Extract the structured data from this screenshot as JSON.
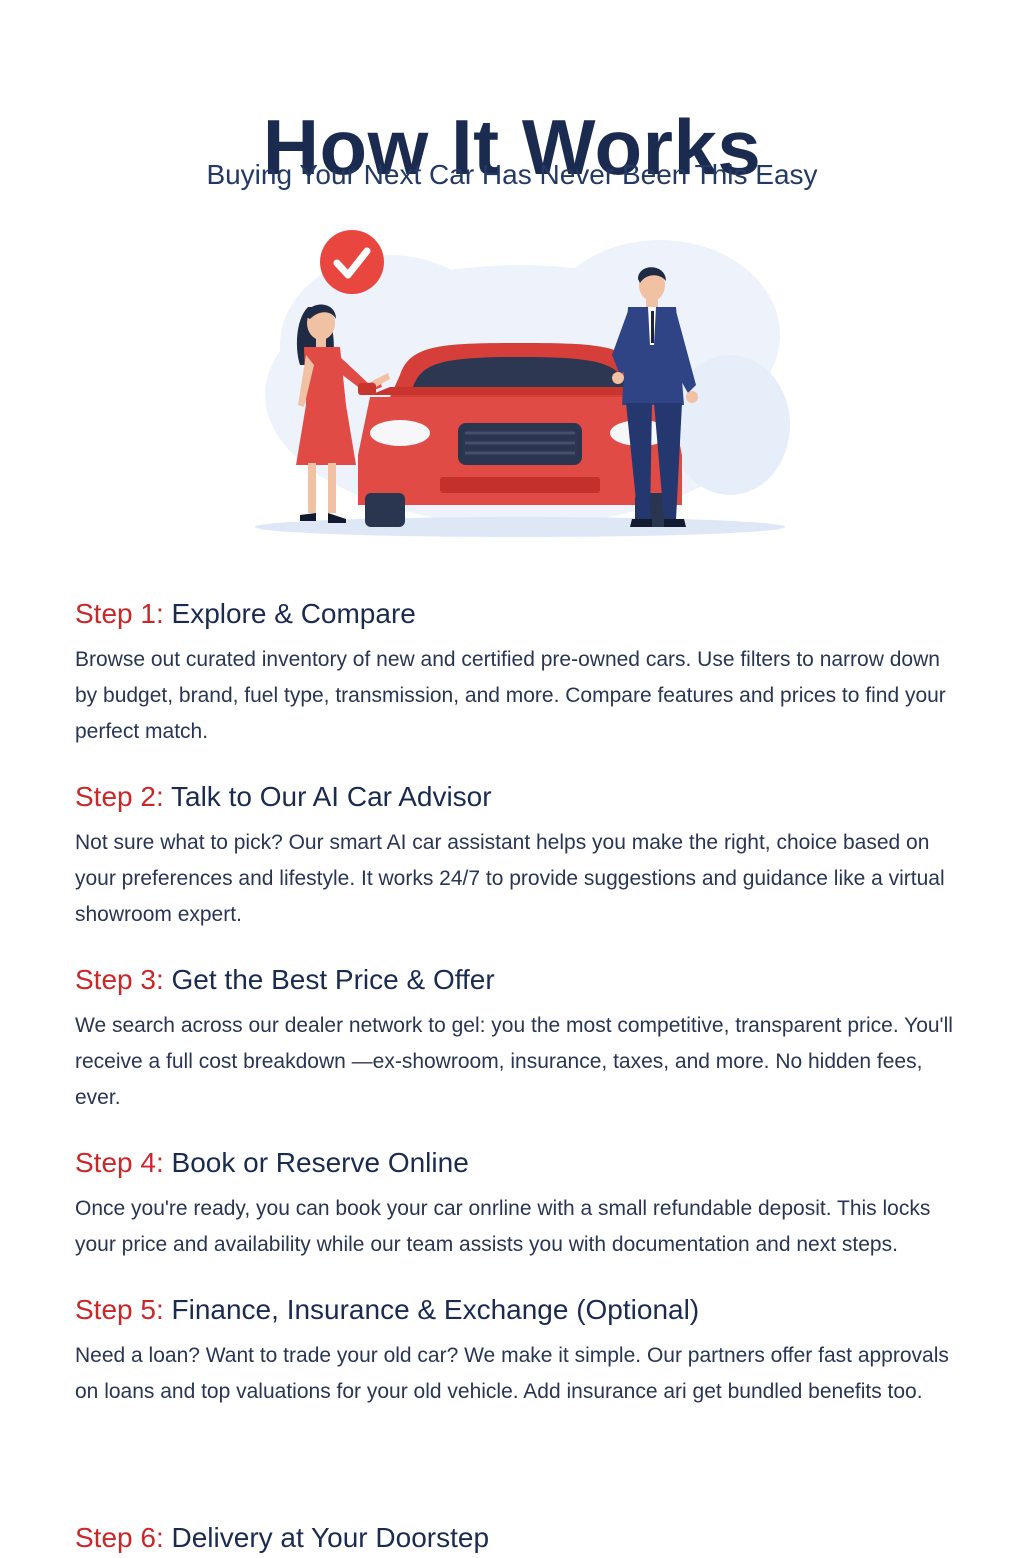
{
  "header": {
    "title": "How It Works",
    "subtitle": "Buying Your Next Car Has Never Been This Easy"
  },
  "hero": {
    "icons": [
      "check-badge-icon",
      "woman-figure-icon",
      "red-car-icon",
      "salesman-figure-icon"
    ],
    "colors": {
      "car": "#e14b46",
      "badge": "#e8463f",
      "suit": "#2e4485",
      "cloud": "#eaf1fb"
    }
  },
  "steps": [
    {
      "label": "Step 1:",
      "title": "Explore & Compare",
      "body": "Browse out curated inventory of new and certified pre-owned cars. Use filters to narrow down by budget, brand, fuel type, transmission, and more. Compare features and prices to find your perfect match."
    },
    {
      "label": "Step 2:",
      "title": "Talk to Our AI Car Advisor",
      "body": "Not sure what to pick? Our smart AI car assistant helps you make the right, choice based on your preferences and lifestyle. It works 24/7 to provide suggestions and guidance like a virtual showroom expert."
    },
    {
      "label": "Step 3:",
      "title": "Get the Best Price & Offer",
      "body": "We search across our dealer network to gel: you the most competitive, transparent price. You'll receive a full cost breakdown —ex-showroom, insurance, taxes, and more. No hidden fees, ever."
    },
    {
      "label": "Step 4:",
      "title": "Book or Reserve Online",
      "body": "Once you're ready, you can book your car onrline with a small refundable deposit. This locks your price and availability while our team assists you with documentation and next steps."
    },
    {
      "label": "Step 5:",
      "title": "Finance, Insurance & Exchange (Optional)",
      "body": "Need a loan? Want to trade your old car? We make it simple. Our partners offer fast approvals on loans and top valuations for your old vehicle. Add insurance ari get bundled benefits too."
    }
  ],
  "partial_step": {
    "label": "Step 6:",
    "title": "Delivery at Your Doorstep"
  },
  "colors": {
    "heading": "#1b2b50",
    "accent": "#c8282a",
    "body_text": "#2a3552"
  }
}
